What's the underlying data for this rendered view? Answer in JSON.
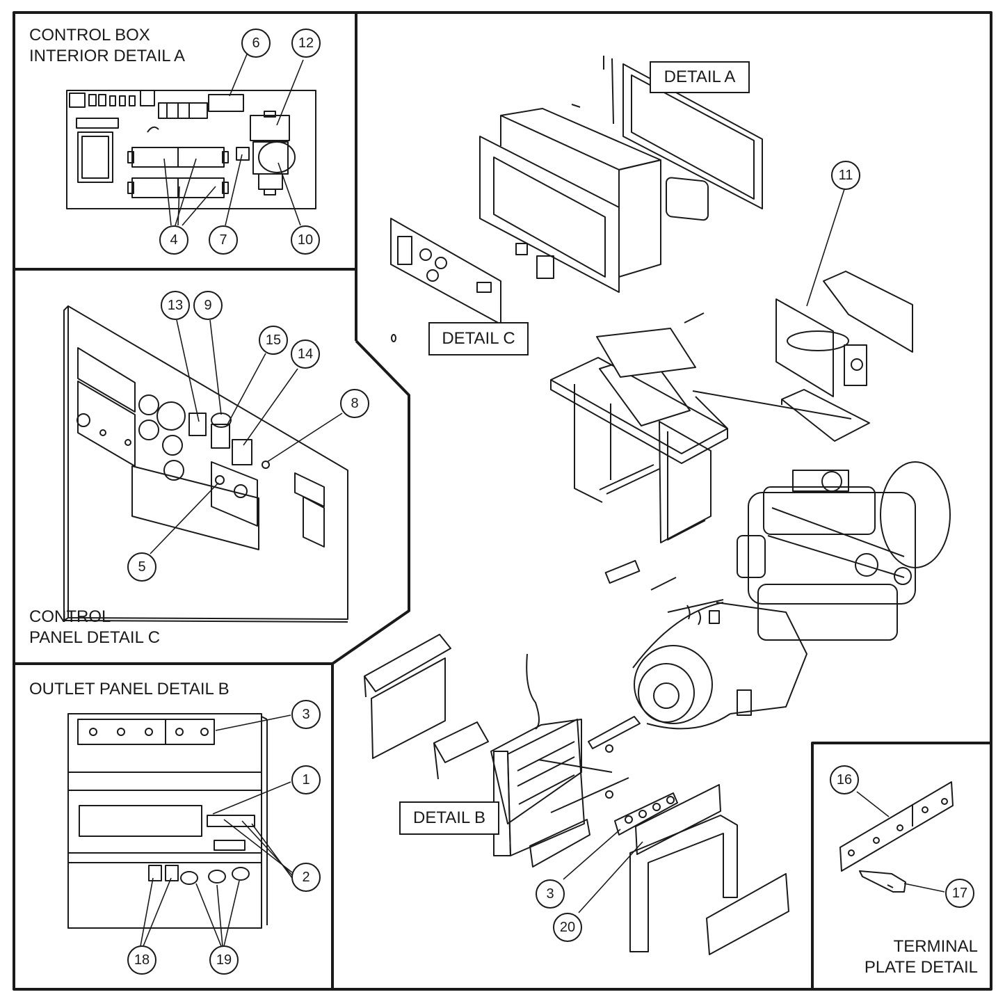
{
  "panels": {
    "control_box": {
      "title_line1": "CONTROL BOX",
      "title_line2": "INTERIOR DETAIL A"
    },
    "control_panel": {
      "title_line1": "CONTROL",
      "title_line2": "PANEL DETAIL C"
    },
    "outlet_panel": {
      "title": "OUTLET PANEL DETAIL B"
    },
    "terminal_plate": {
      "title_line1": "TERMINAL",
      "title_line2": "PLATE DETAIL"
    }
  },
  "detail_tags": {
    "a": "DETAIL A",
    "b": "DETAIL B",
    "c": "DETAIL C"
  },
  "callouts": {
    "c6": "6",
    "c12": "12",
    "c4": "4",
    "c7": "7",
    "c10": "10",
    "c13": "13",
    "c9": "9",
    "c15": "15",
    "c14": "14",
    "c8": "8",
    "c5": "5",
    "c3a": "3",
    "c1": "1",
    "c2": "2",
    "c18": "18",
    "c19": "19",
    "c11": "11",
    "c3b": "3",
    "c20": "20",
    "c16": "16",
    "c17": "17"
  }
}
